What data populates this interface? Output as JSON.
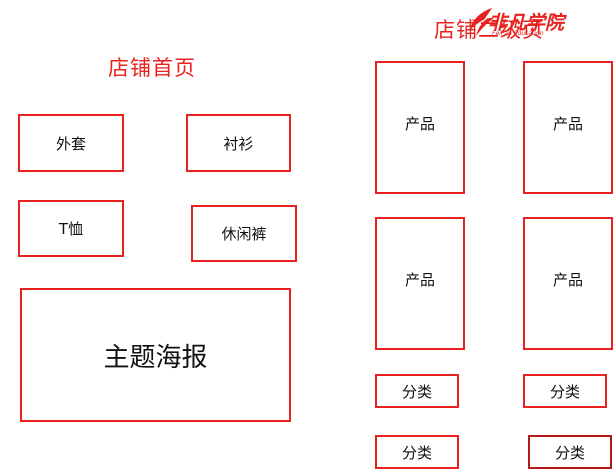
{
  "left_page": {
    "title": "店铺首页",
    "boxes": [
      "外套",
      "衬衫",
      "T恤",
      "休闲裤",
      "主题海报"
    ]
  },
  "right_page": {
    "title": "店铺二级页",
    "products": [
      "产品",
      "产品",
      "产品",
      "产品"
    ],
    "categories": [
      "分类",
      "分类",
      "分类",
      "分类"
    ]
  },
  "logo": {
    "text": "非凡学院",
    "sub": "FeiFan Education"
  },
  "colors": {
    "accent": "#e8231f",
    "text": "#111111"
  }
}
